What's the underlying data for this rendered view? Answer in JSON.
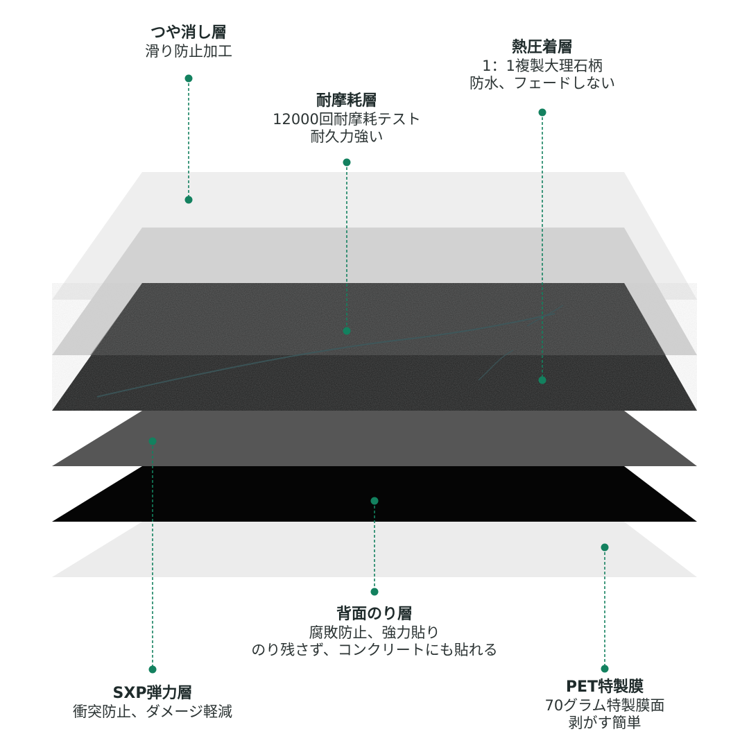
{
  "accent_color": "#13815f",
  "layers": [
    {
      "id": "matte",
      "title": "つや消し層",
      "lines": [
        "滑り防止加工"
      ]
    },
    {
      "id": "wear",
      "title": "耐摩耗層",
      "lines": [
        "12000回耐摩耗テスト",
        "耐久力強い"
      ]
    },
    {
      "id": "print",
      "title": "熱圧着層",
      "lines": [
        "1：1複製大理石柄",
        "防水、フェードしない"
      ]
    },
    {
      "id": "sxp",
      "title": "SXP弾力層",
      "lines": [
        "衝突防止、ダメージ軽減"
      ]
    },
    {
      "id": "glue",
      "title": "背面のり層",
      "lines": [
        "腐敗防止、強力貼り",
        "のり残さず、コンクリートにも貼れる"
      ]
    },
    {
      "id": "pet",
      "title": "PET特製膜",
      "lines": [
        "70グラム特製膜面",
        "剥がす簡単"
      ]
    }
  ]
}
